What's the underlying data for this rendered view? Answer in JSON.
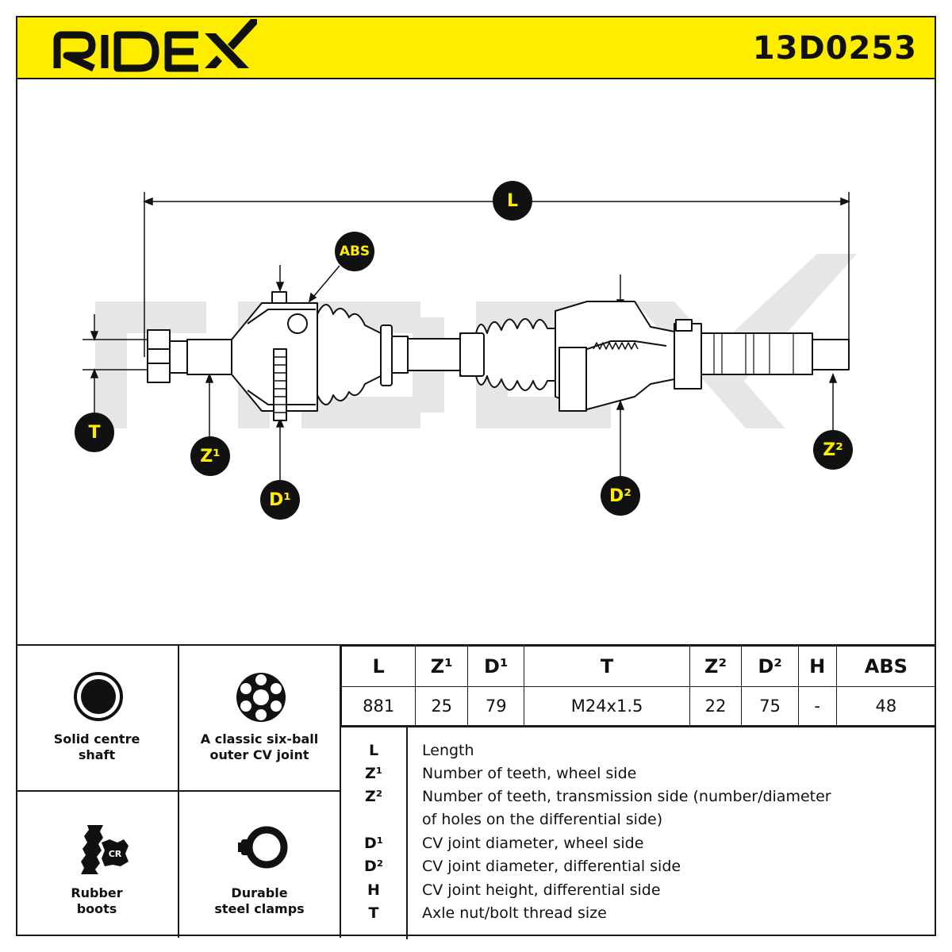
{
  "header": {
    "brand": "RIDEX",
    "part_number": "13D0253",
    "brand_color": "#ffed00"
  },
  "diagram": {
    "labels": {
      "L": "L",
      "ABS": "ABS",
      "T": "T",
      "Z1": "Z¹",
      "D1": "D¹",
      "D2": "D²",
      "Z2": "Z²"
    }
  },
  "features": [
    {
      "icon": "solid-shaft-icon",
      "label_line1": "Solid centre",
      "label_line2": "shaft"
    },
    {
      "icon": "six-ball-joint-icon",
      "label_line1": "A classic six-ball",
      "label_line2": "outer CV joint"
    },
    {
      "icon": "rubber-boot-icon",
      "icon_text": "CR",
      "label_line1": "Rubber",
      "label_line2": "boots"
    },
    {
      "icon": "steel-clamp-icon",
      "label_line1": "Durable",
      "label_line2": "steel clamps"
    }
  ],
  "specs": {
    "headers": [
      "L",
      "Z¹",
      "D¹",
      "T",
      "Z²",
      "D²",
      "H",
      "ABS"
    ],
    "values": [
      "881",
      "25",
      "79",
      "M24x1.5",
      "22",
      "75",
      "-",
      "48"
    ]
  },
  "legend": [
    {
      "key": "L",
      "desc": "Length"
    },
    {
      "key": "Z¹",
      "desc": "Number of teeth, wheel side"
    },
    {
      "key": "Z²",
      "desc": "Number of teeth, transmission side (number/diameter"
    },
    {
      "key": "",
      "desc": "of holes on the differential side)"
    },
    {
      "key": "D¹",
      "desc": "CV joint diameter, wheel side"
    },
    {
      "key": "D²",
      "desc": "CV joint diameter, differential side"
    },
    {
      "key": "H",
      "desc": "CV joint height, differential side"
    },
    {
      "key": "T",
      "desc": "Axle nut/bolt thread size"
    }
  ]
}
